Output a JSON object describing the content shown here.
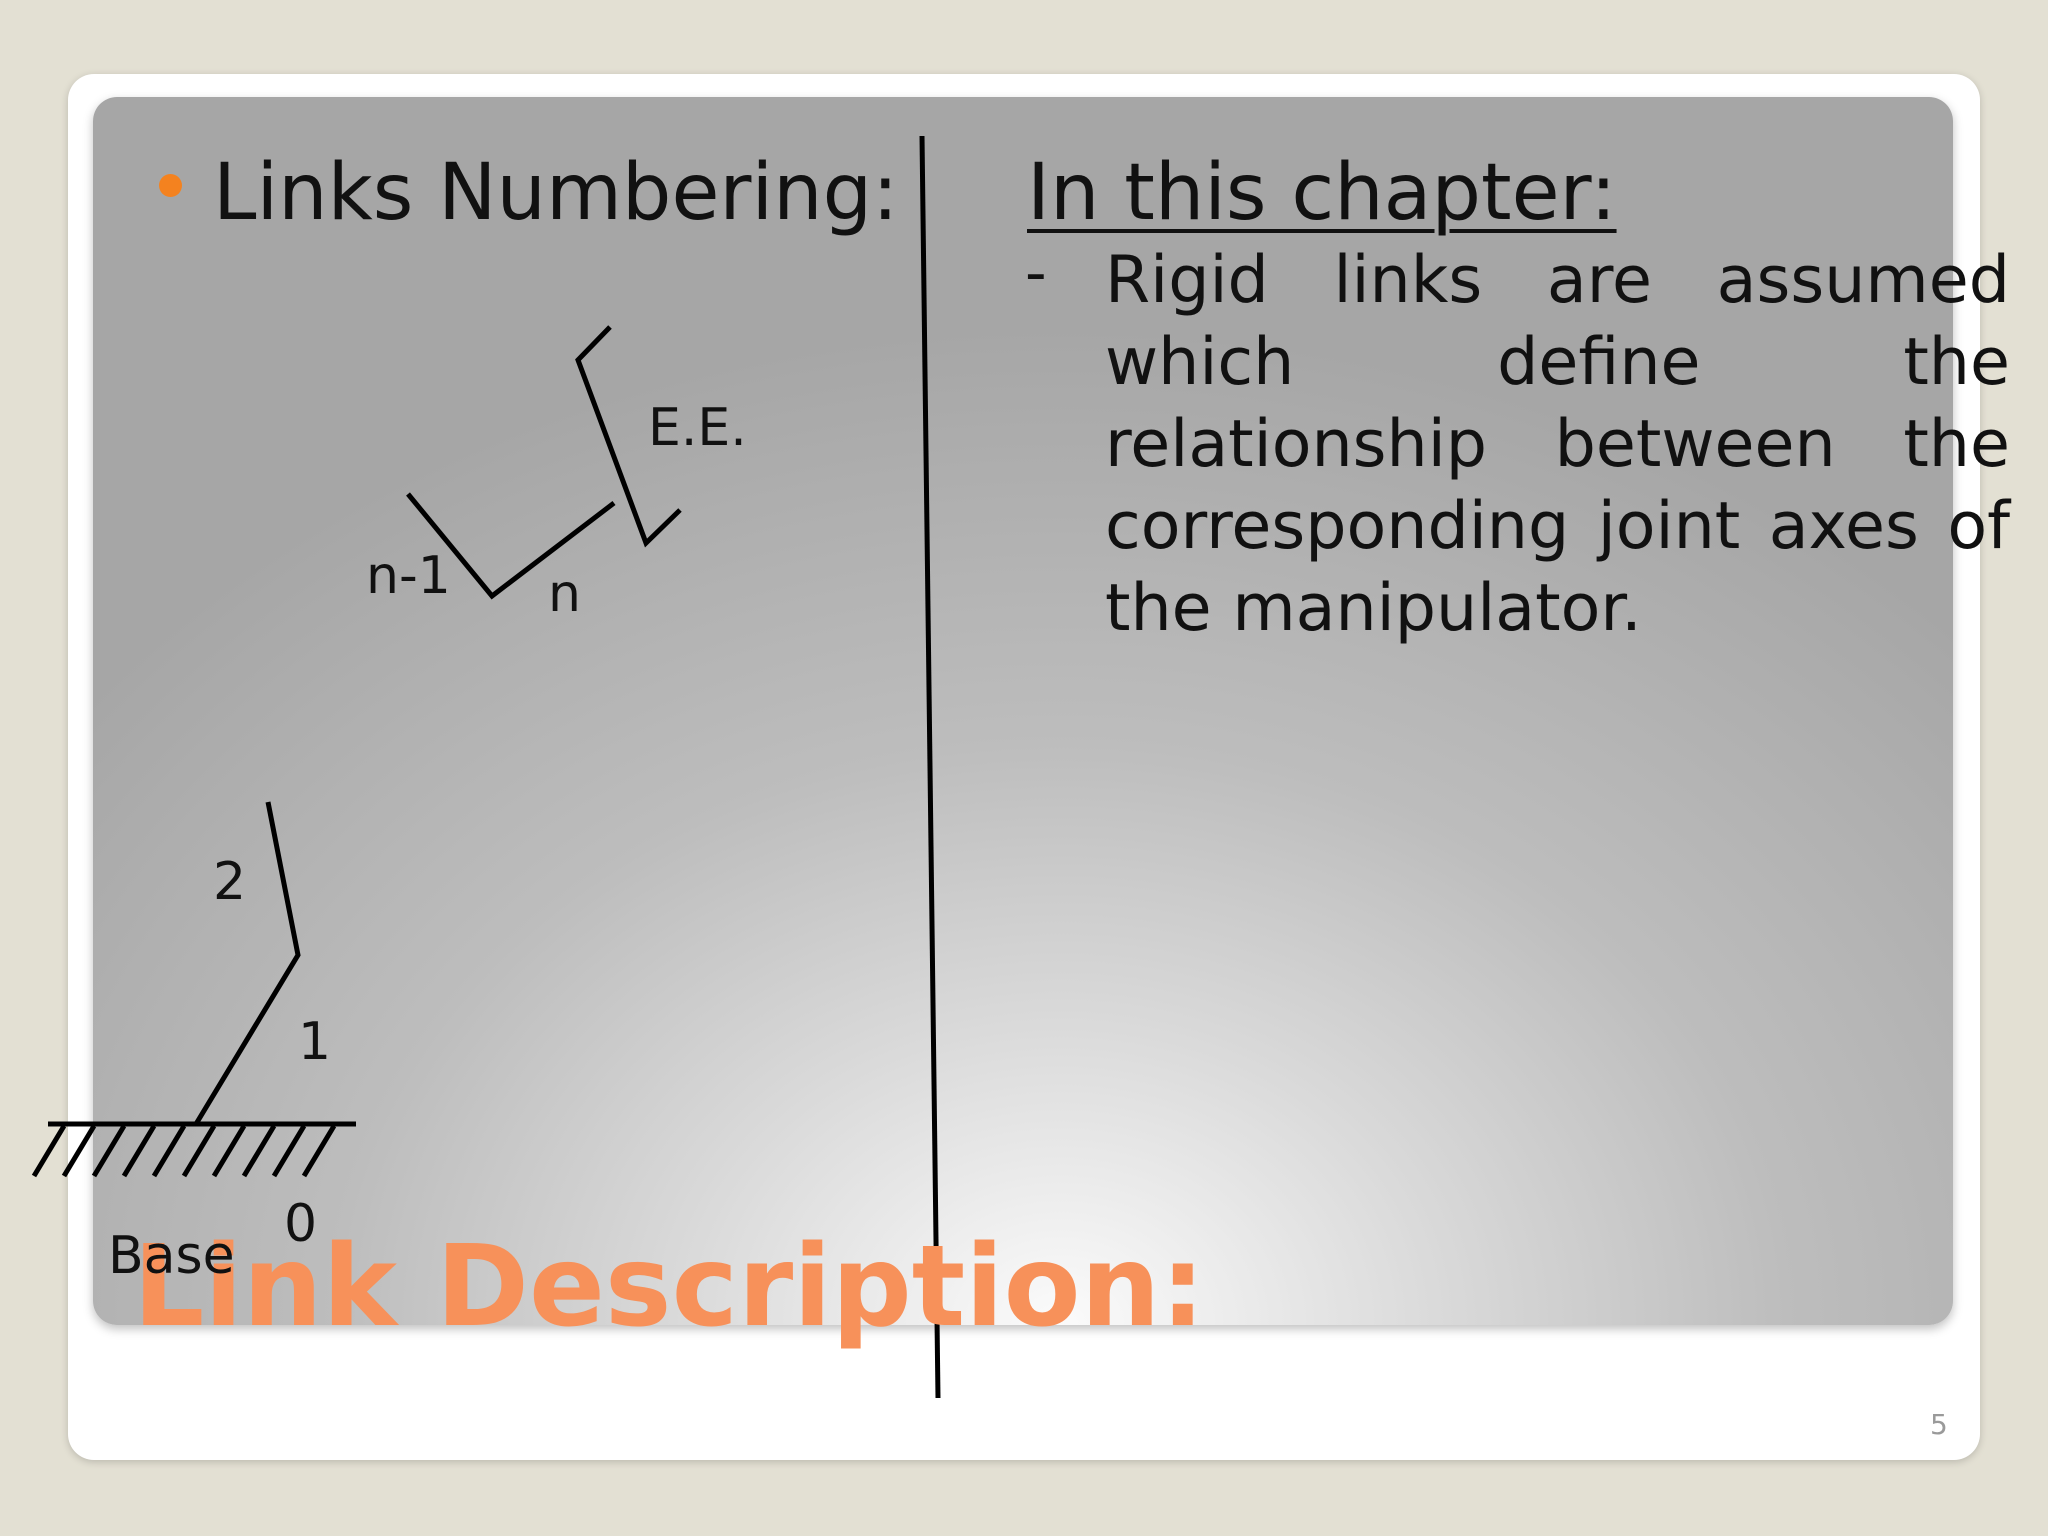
{
  "left": {
    "heading": "Links Numbering:",
    "bullet_color": "#f4821f"
  },
  "right": {
    "heading": "In this chapter:",
    "dash": "-",
    "paragraph": "Rigid links are assumed which define the relationship between the corresponding joint axes of the manipulator."
  },
  "diagram": {
    "label_ee": "E.E.",
    "label_n_minus_1": "n-1",
    "label_n": "n",
    "label_2": "2",
    "label_1": "1",
    "label_0": "0",
    "label_base": "Base"
  },
  "slide_title": "Link Description:",
  "title_color": "#f7915a",
  "page_number": "5"
}
